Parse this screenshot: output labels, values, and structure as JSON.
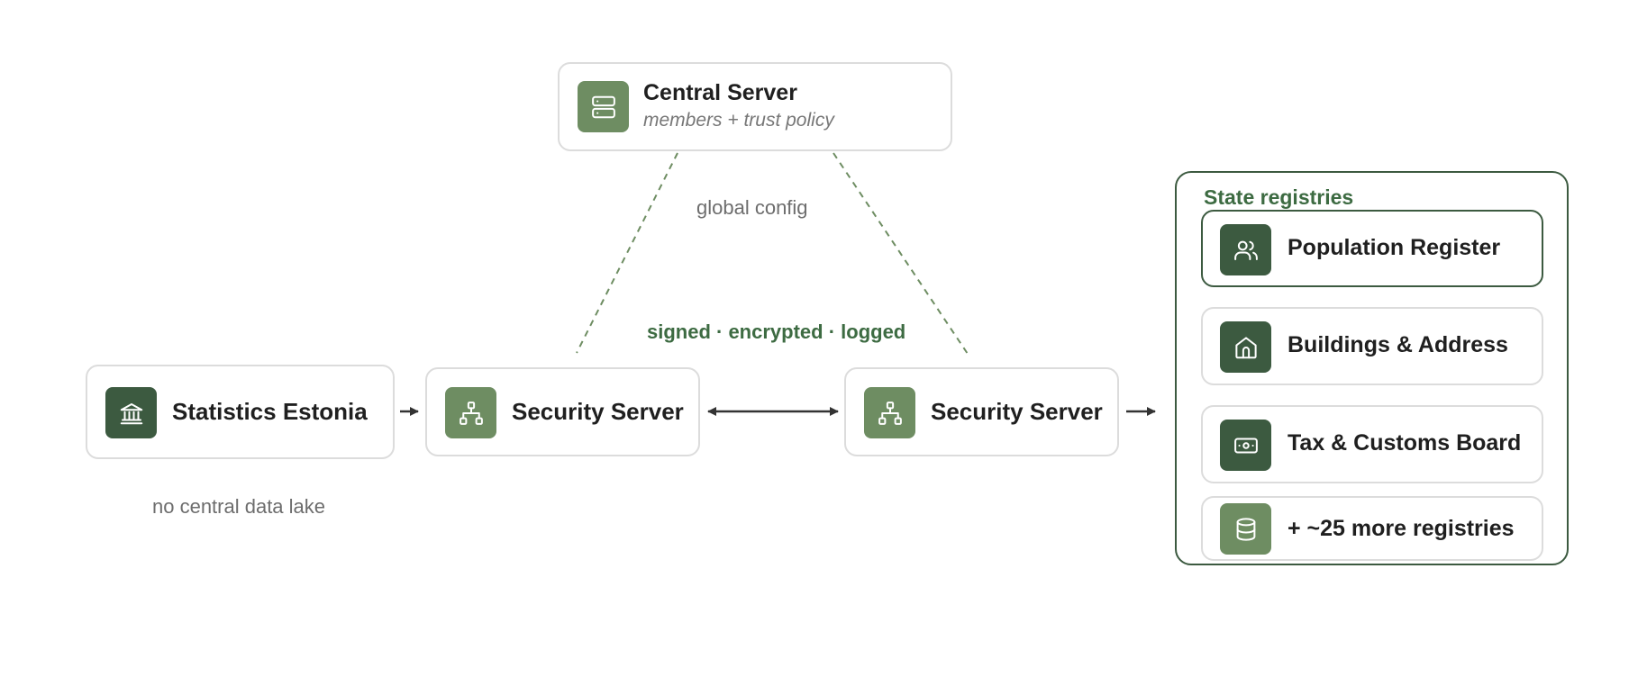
{
  "central": {
    "title": "Central Server",
    "subtitle": "members + trust policy",
    "icon": "server-icon"
  },
  "global_config_label": "global config",
  "channel_label": "signed · encrypted · logged",
  "consumer": {
    "title": "Statistics Estonia",
    "icon": "bank-icon"
  },
  "consumer_note": "no central data lake",
  "security_left": {
    "title": "Security Server",
    "icon": "network-icon"
  },
  "security_right": {
    "title": "Security Server",
    "icon": "network-icon"
  },
  "registries": {
    "title": "State registries",
    "items": [
      {
        "label": "Population Register",
        "icon": "users-icon"
      },
      {
        "label": "Buildings & Address",
        "icon": "home-icon"
      },
      {
        "label": "Tax & Customs Board",
        "icon": "banknote-icon"
      },
      {
        "label": "+ ~25 more registries",
        "icon": "database-icon"
      }
    ]
  },
  "colors": {
    "dark_green": "#3c5a40",
    "light_green": "#6e8d62",
    "accent_text": "#3d6b42",
    "dashed_line": "#6e8d62"
  }
}
